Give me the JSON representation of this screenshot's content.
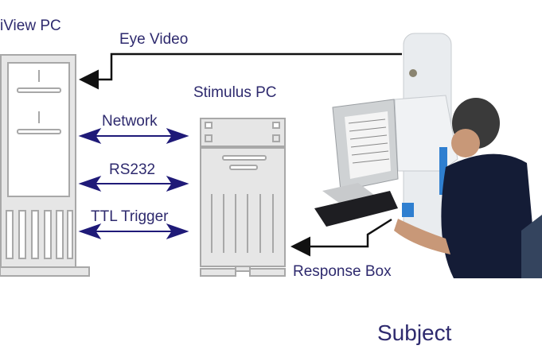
{
  "labels": {
    "iview_pc": "iView PC",
    "eye_video": "Eye Video",
    "stimulus_pc": "Stimulus PC",
    "network": "Network",
    "rs232": "RS232",
    "ttl_trigger": "TTL Trigger",
    "response_box": "Response Box",
    "subject": "Subject"
  },
  "colors": {
    "label": "#2e2a6e",
    "arrow": "#1f1a78",
    "computer_fill": "#e4e4e4",
    "computer_stroke": "#a8a8a8",
    "shirt": "#141c36"
  }
}
